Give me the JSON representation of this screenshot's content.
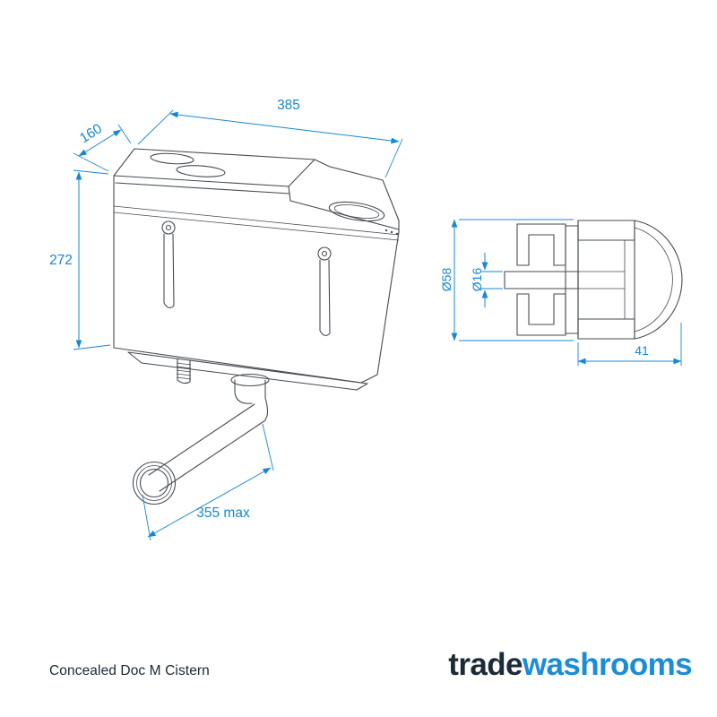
{
  "drawing": {
    "stroke_color": "#464b52",
    "dimension_color": "#1787d3",
    "dimensions": {
      "width": "385",
      "depth": "160",
      "height": "272",
      "flush_pipe_length": "355 max",
      "button_diameter": "Ø58",
      "spindle_diameter": "Ø16",
      "button_depth": "41"
    }
  },
  "footer": {
    "caption": "Concealed Doc M Cistern",
    "logo": {
      "trade": "trade",
      "washrooms": "washrooms",
      "trade_color": "#1d2b39",
      "washrooms_color": "#1b8cd8"
    }
  }
}
